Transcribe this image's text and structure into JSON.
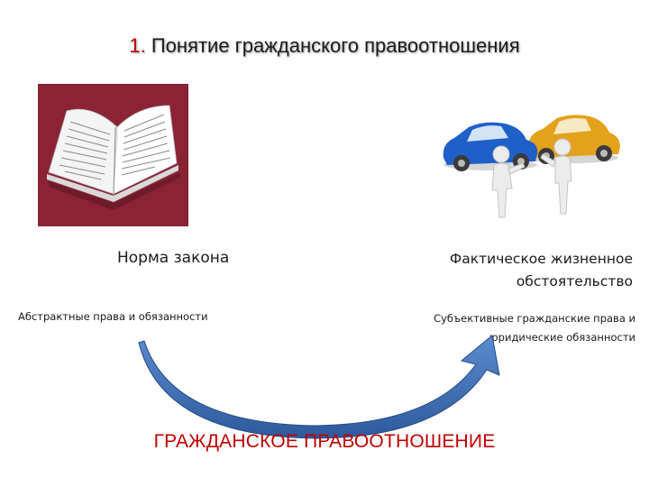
{
  "slide": {
    "title_number": "1.",
    "title_text": "Понятие гражданского правоотношения"
  },
  "left": {
    "image": "open-book",
    "label": "Норма закона",
    "sublabel": "Абстрактные права и обязанности"
  },
  "right": {
    "image": "car-accident-figures",
    "label_line1": "Фактическое жизненное",
    "label_line2": "обстоятельство",
    "sublabel_line1": "Субъективные гражданские права и",
    "sublabel_line2": "юридические обязанности"
  },
  "result": {
    "label": "ГРАЖДАНСКОЕ ПРАВООТНОШЕНИЕ"
  },
  "colors": {
    "accent_red": "#c00000",
    "book_background": "#8b2335",
    "arrow_blue": "#3d6fb6",
    "car_blue": "#1f5fc8",
    "car_orange": "#e3a11c"
  }
}
